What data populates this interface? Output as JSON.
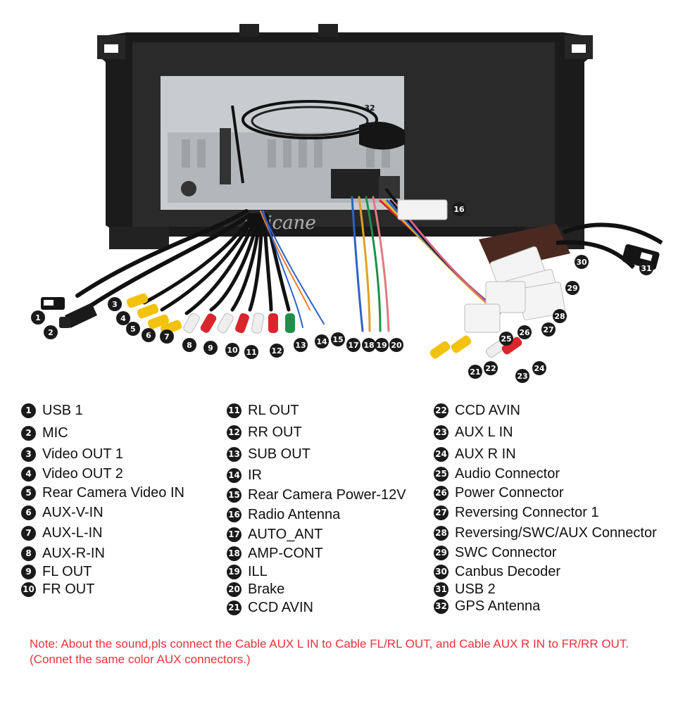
{
  "brand_watermark": "Seicane",
  "photo_markers": [
    "1",
    "2",
    "3",
    "4",
    "5",
    "6",
    "7",
    "8",
    "9",
    "10",
    "11",
    "12",
    "13",
    "14",
    "15",
    "16",
    "17",
    "18",
    "19",
    "20",
    "21",
    "22",
    "23",
    "24",
    "25",
    "26",
    "27",
    "28",
    "29",
    "30",
    "31",
    "32"
  ],
  "legend": [
    {
      "num": "1",
      "label": "USB 1"
    },
    {
      "num": "2",
      "label": "MIC"
    },
    {
      "num": "3",
      "label": "Video OUT 1"
    },
    {
      "num": "4",
      "label": "Video OUT 2"
    },
    {
      "num": "5",
      "label": "Rear Camera Video IN"
    },
    {
      "num": "6",
      "label": "AUX-V-IN"
    },
    {
      "num": "7",
      "label": "AUX-L-IN"
    },
    {
      "num": "8",
      "label": "AUX-R-IN"
    },
    {
      "num": "9",
      "label": "FL OUT"
    },
    {
      "num": "10",
      "label": "FR OUT"
    },
    {
      "num": "11",
      "label": "RL OUT"
    },
    {
      "num": "12",
      "label": "RR OUT"
    },
    {
      "num": "13",
      "label": "SUB OUT"
    },
    {
      "num": "14",
      "label": "IR"
    },
    {
      "num": "15",
      "label": "Rear Camera Power-12V"
    },
    {
      "num": "16",
      "label": "Radio Antenna"
    },
    {
      "num": "17",
      "label": "AUTO_ANT"
    },
    {
      "num": "18",
      "label": "AMP-CONT"
    },
    {
      "num": "19",
      "label": "ILL"
    },
    {
      "num": "20",
      "label": "Brake"
    },
    {
      "num": "21",
      "label": "CCD AVIN"
    },
    {
      "num": "22",
      "label": "CCD AVIN"
    },
    {
      "num": "23",
      "label": "AUX L IN"
    },
    {
      "num": "24",
      "label": "AUX R IN"
    },
    {
      "num": "25",
      "label": "Audio Connector"
    },
    {
      "num": "26",
      "label": "Power Connector"
    },
    {
      "num": "27",
      "label": "Reversing Connector 1"
    },
    {
      "num": "28",
      "label": "Reversing/SWC/AUX Connector"
    },
    {
      "num": "29",
      "label": "SWC Connector"
    },
    {
      "num": "30",
      "label": "Canbus Decoder"
    },
    {
      "num": "31",
      "label": "USB 2"
    },
    {
      "num": "32",
      "label": "GPS Antenna"
    }
  ],
  "note": "Note: About the sound,pls connect the Cable AUX L IN to Cable FL/RL OUT, and Cable AUX R IN to FR/RR OUT.(Connet the same color AUX connectors.)",
  "colors": {
    "text": "#111111",
    "note": "#e8333a",
    "marker": "#1a1a1a",
    "unit": "#1b1b1b",
    "metal": "#bfc3c6",
    "rca_yellow": "#f2c20f",
    "rca_white": "#eeeeee",
    "rca_red": "#d9262c",
    "rca_green": "#1f8f4a",
    "decoder": "#4a2a20"
  }
}
